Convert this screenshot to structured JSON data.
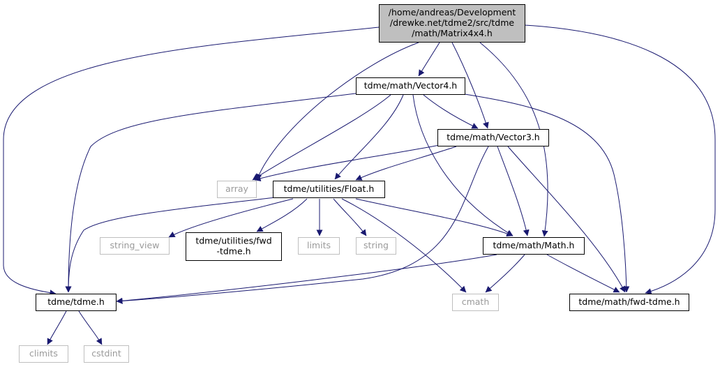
{
  "diagram": {
    "nodes": [
      {
        "id": "root",
        "lines": [
          "/home/andreas/Development",
          "/drewke.net/tdme2/src/tdme",
          "/math/Matrix4x4.h"
        ],
        "kind": "root"
      },
      {
        "id": "vector4",
        "lines": [
          "tdme/math/Vector4.h"
        ],
        "kind": "internal"
      },
      {
        "id": "vector3",
        "lines": [
          "tdme/math/Vector3.h"
        ],
        "kind": "internal"
      },
      {
        "id": "array",
        "lines": [
          "array"
        ],
        "kind": "external"
      },
      {
        "id": "float",
        "lines": [
          "tdme/utilities/Float.h"
        ],
        "kind": "internal"
      },
      {
        "id": "string_view",
        "lines": [
          "string_view"
        ],
        "kind": "external"
      },
      {
        "id": "fwd_util",
        "lines": [
          "tdme/utilities/fwd",
          "-tdme.h"
        ],
        "kind": "internal"
      },
      {
        "id": "limits",
        "lines": [
          "limits"
        ],
        "kind": "external"
      },
      {
        "id": "string",
        "lines": [
          "string"
        ],
        "kind": "external"
      },
      {
        "id": "math",
        "lines": [
          "tdme/math/Math.h"
        ],
        "kind": "internal"
      },
      {
        "id": "tdme",
        "lines": [
          "tdme/tdme.h"
        ],
        "kind": "internal"
      },
      {
        "id": "cmath",
        "lines": [
          "cmath"
        ],
        "kind": "external"
      },
      {
        "id": "fwd_math",
        "lines": [
          "tdme/math/fwd-tdme.h"
        ],
        "kind": "internal"
      },
      {
        "id": "climits",
        "lines": [
          "climits"
        ],
        "kind": "external"
      },
      {
        "id": "cstdint",
        "lines": [
          "cstdint"
        ],
        "kind": "external"
      }
    ],
    "edges": [
      {
        "from": "root",
        "to": "tdme"
      },
      {
        "from": "root",
        "to": "vector4"
      },
      {
        "from": "root",
        "to": "array"
      },
      {
        "from": "root",
        "to": "vector3"
      },
      {
        "from": "root",
        "to": "math"
      },
      {
        "from": "root",
        "to": "fwd_math"
      },
      {
        "from": "vector4",
        "to": "tdme"
      },
      {
        "from": "vector4",
        "to": "array"
      },
      {
        "from": "vector4",
        "to": "float"
      },
      {
        "from": "vector4",
        "to": "math"
      },
      {
        "from": "vector4",
        "to": "vector3"
      },
      {
        "from": "vector4",
        "to": "fwd_math"
      },
      {
        "from": "vector3",
        "to": "array"
      },
      {
        "from": "vector3",
        "to": "float"
      },
      {
        "from": "vector3",
        "to": "tdme"
      },
      {
        "from": "vector3",
        "to": "math"
      },
      {
        "from": "vector3",
        "to": "fwd_math"
      },
      {
        "from": "float",
        "to": "tdme"
      },
      {
        "from": "float",
        "to": "string_view"
      },
      {
        "from": "float",
        "to": "fwd_util"
      },
      {
        "from": "float",
        "to": "limits"
      },
      {
        "from": "float",
        "to": "string"
      },
      {
        "from": "float",
        "to": "cmath"
      },
      {
        "from": "float",
        "to": "math"
      },
      {
        "from": "math",
        "to": "tdme"
      },
      {
        "from": "math",
        "to": "cmath"
      },
      {
        "from": "math",
        "to": "fwd_math"
      },
      {
        "from": "tdme",
        "to": "climits"
      },
      {
        "from": "tdme",
        "to": "cstdint"
      }
    ]
  }
}
